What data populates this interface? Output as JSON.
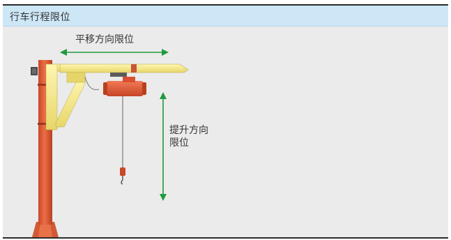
{
  "header": {
    "title": "行车行程限位"
  },
  "labels": {
    "horizontal_limit": "平移方向限位",
    "vertical_limit_line1": "提升方向",
    "vertical_limit_line2": "限位"
  },
  "colors": {
    "header_bg": "#cde7f7",
    "content_bg": "#ebebeb",
    "arrow": "#1e9a3e",
    "pillar": "#e0603a",
    "boom": "#efe27e",
    "hoist": "#e0553a"
  }
}
